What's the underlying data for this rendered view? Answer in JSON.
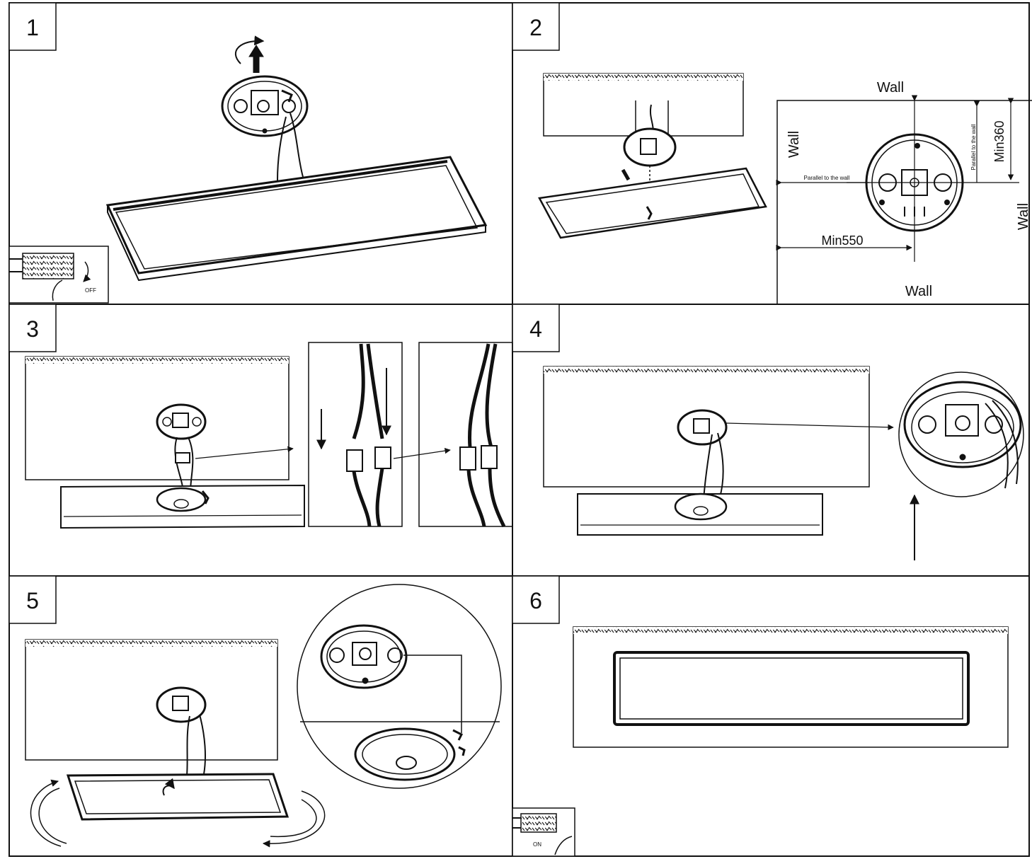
{
  "panels": [
    {
      "number": "1",
      "inset_label": "OFF"
    },
    {
      "number": "2",
      "dims": {
        "wall_top": "Wall",
        "wall_left": "Wall",
        "wall_right": "Wall",
        "wall_bottom": "Wall",
        "parallel_h": "Parallel to the wall",
        "parallel_v": "Parallel to the wall",
        "min_v": "Min360",
        "min_h": "Min550"
      }
    },
    {
      "number": "3"
    },
    {
      "number": "4"
    },
    {
      "number": "5"
    },
    {
      "number": "6",
      "inset_label": "ON"
    }
  ]
}
